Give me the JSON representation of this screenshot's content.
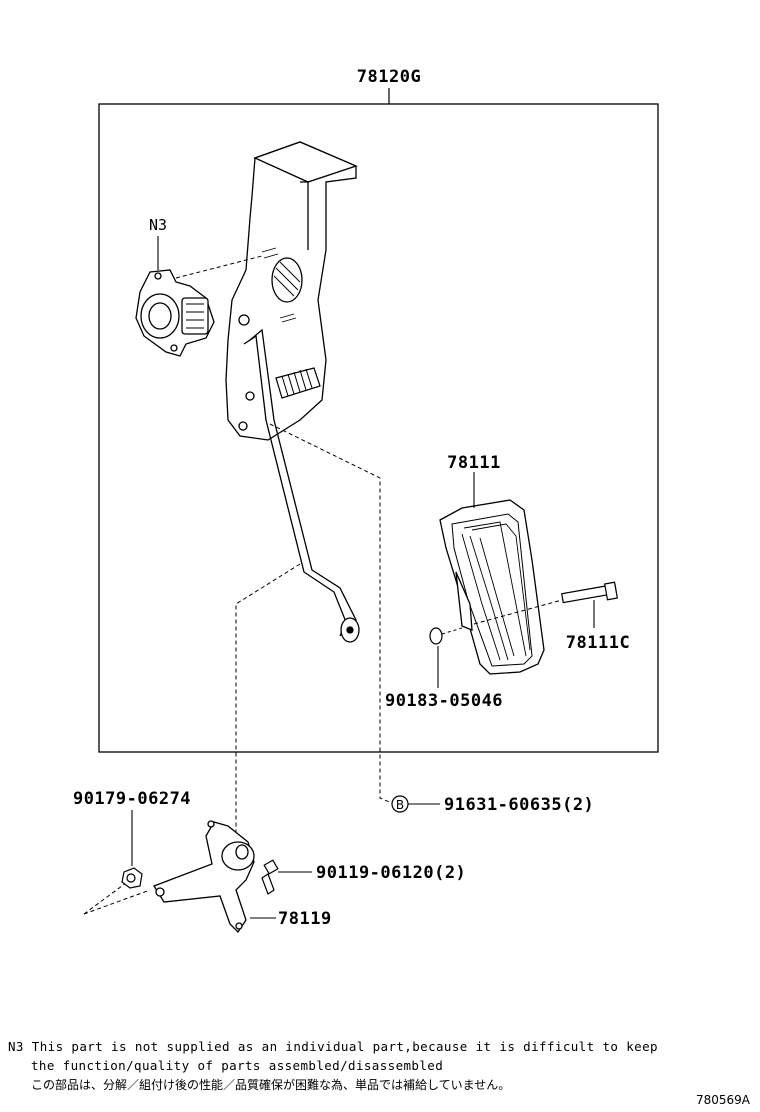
{
  "diagram": {
    "assembly_label": "78120G",
    "parts": {
      "sensor_note_ref": "N3",
      "pad": "78111",
      "pad_pin": "78111C",
      "washer": "90183-05046",
      "bolt_b": "91631-60635(2)",
      "bolt_b_marker": "B",
      "nut": "90179-06274",
      "bolt": "90119-06120(2)",
      "stopper": "78119"
    }
  },
  "notes": {
    "ref": "N3",
    "line1": "This part is not supplied as an individual part,because it is difficult to keep",
    "line2": "the function/quality of parts assembled/disassembled",
    "line3": "この部品は、分解／組付け後の性能／品質確保が困難な為、単品では補給していません。"
  },
  "figure_id": "780569A"
}
